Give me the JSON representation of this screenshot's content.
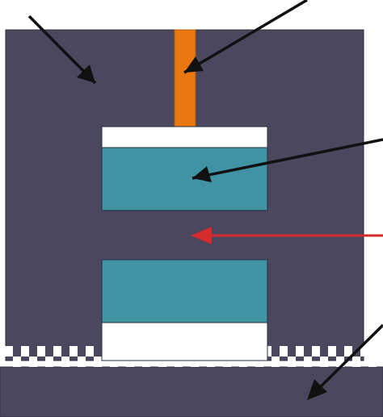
{
  "diagram": {
    "colors": {
      "background": "#ffffff",
      "housing": "#4a475e",
      "housing_edge": "#2f2d3d",
      "rod": "#e8780f",
      "block": "#3f93a3",
      "block_edge": "#253040",
      "pad": "#ffffff",
      "arrow_dark": "#111111",
      "arrow_red": "#d62b2b"
    },
    "parts": [
      {
        "id": "housing",
        "description_icon": "dark-frame"
      },
      {
        "id": "rod",
        "description_icon": "orange-rod"
      },
      {
        "id": "upper-block",
        "description_icon": "teal-block"
      },
      {
        "id": "lower-block",
        "description_icon": "teal-block"
      },
      {
        "id": "base",
        "description_icon": "toothed-base"
      }
    ],
    "labels": []
  }
}
